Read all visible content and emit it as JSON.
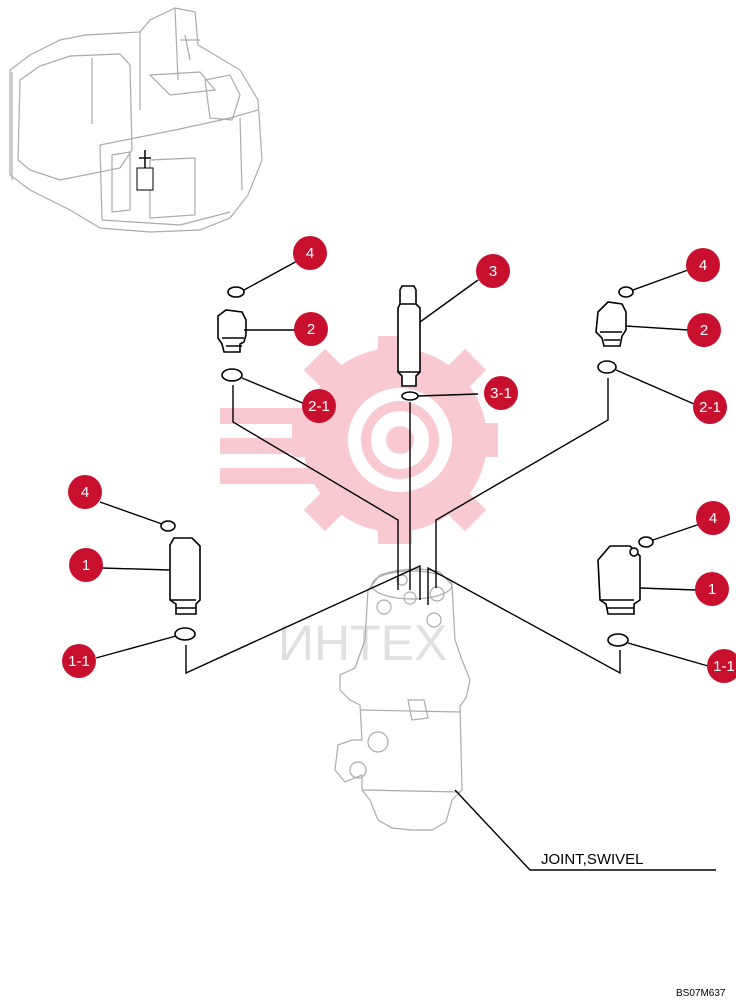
{
  "callout_color": "#c8102e",
  "callouts": {
    "top_left_4": "4",
    "top_left_2": "2",
    "top_left_2_1": "2-1",
    "center_3": "3",
    "center_3_1": "3-1",
    "top_right_4": "4",
    "top_right_2": "2",
    "top_right_2_1": "2-1",
    "left_4": "4",
    "left_1": "1",
    "left_1_1": "1-1",
    "right_4": "4",
    "right_1": "1",
    "right_1_1": "1-1"
  },
  "assembly_label": "JOINT,SWIVEL",
  "drawing_code": "BS07M637",
  "watermark_text": "ИНТЕХ"
}
